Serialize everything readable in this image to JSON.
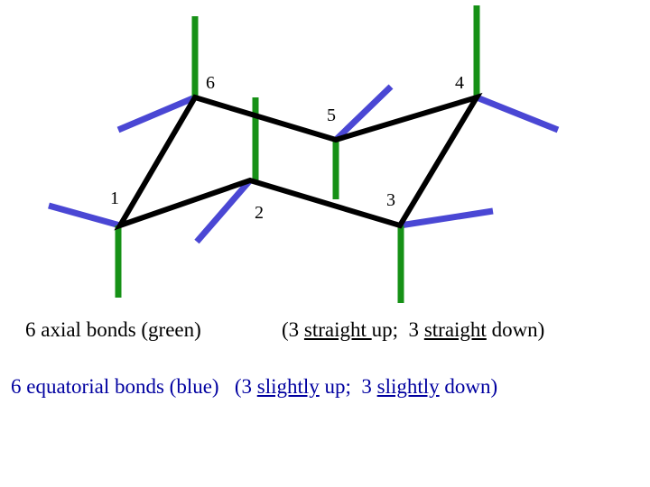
{
  "colors": {
    "ring_bond": "#000000",
    "axial_bond": "#169116",
    "equatorial_bond": "#4a47d4",
    "axial_caption": "#000000",
    "equatorial_caption": "#0000a0"
  },
  "carbon_labels": {
    "c1": "1",
    "c2": "2",
    "c3": "3",
    "c4": "4",
    "c5": "5",
    "c6": "6"
  },
  "captions": {
    "axial": {
      "label": "6 axial bonds (green)",
      "open": "(3 ",
      "straight_1": "straight ",
      "mid": "up;  3 ",
      "straight_2": "straight",
      "close": " down)"
    },
    "equatorial": {
      "label": "6 equatorial bonds (blue)   ",
      "open": "(3 ",
      "slightly_1": "slightly",
      "mid": " up;  3 ",
      "slightly_2": "slightly",
      "close": " down)"
    }
  }
}
